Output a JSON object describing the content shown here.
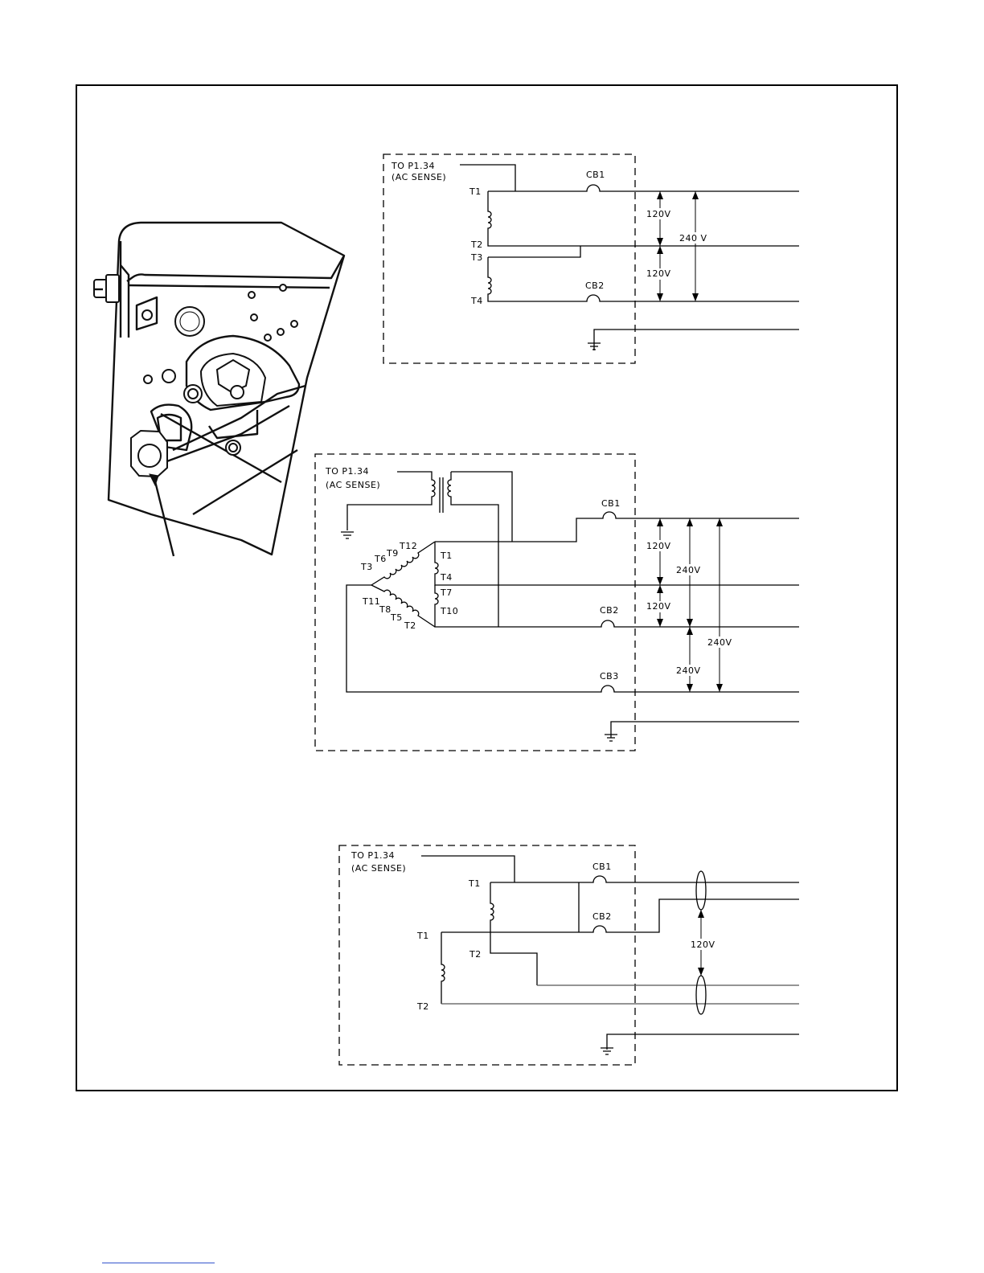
{
  "diagram_top": {
    "sense_label_1": "TO P1.34",
    "sense_label_2": "(AC SENSE)",
    "terminals": [
      "T1",
      "T2",
      "T3",
      "T4"
    ],
    "breakers": [
      "CB1",
      "CB2"
    ],
    "voltage_upper": "120V",
    "voltage_lower": "120V",
    "voltage_total": "240 V"
  },
  "diagram_middle": {
    "sense_label_1": "TO P1.34",
    "sense_label_2": "(AC SENSE)",
    "delta_left_terminals": [
      "T3",
      "T6",
      "T9",
      "T12",
      "T11",
      "T8",
      "T5",
      "T2"
    ],
    "delta_right_terminals": [
      "T1",
      "T4",
      "T7",
      "T10"
    ],
    "breakers": [
      "CB1",
      "CB2",
      "CB3"
    ],
    "voltage_120_upper": "120V",
    "voltage_120_lower": "120V",
    "voltage_240_mid": "240V",
    "voltage_240_right": "240V",
    "voltage_240_lower": "240V"
  },
  "diagram_bottom": {
    "sense_label_1": "TO P1.34",
    "sense_label_2": "(AC SENSE)",
    "terminals": [
      "T1",
      "T2",
      "T1",
      "T2"
    ],
    "breakers": [
      "CB1",
      "CB2"
    ],
    "voltage": "120V"
  }
}
